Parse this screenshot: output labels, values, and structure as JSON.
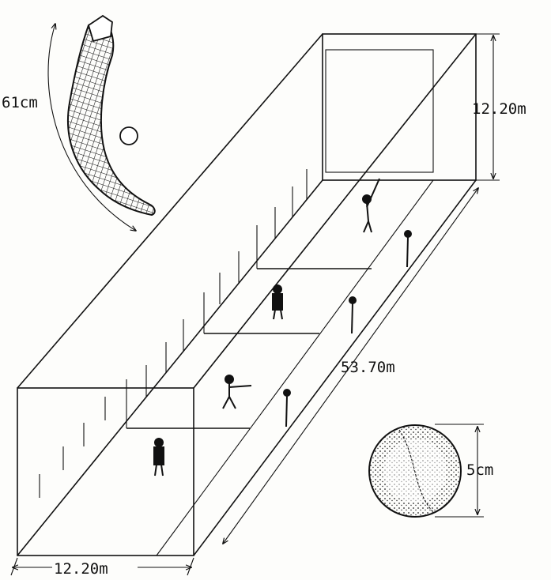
{
  "labels": {
    "cesta_length": "61cm",
    "court_height": "12.20m",
    "court_length": "53.70m",
    "court_width": "12.20m",
    "ball_diameter": "5cm"
  }
}
